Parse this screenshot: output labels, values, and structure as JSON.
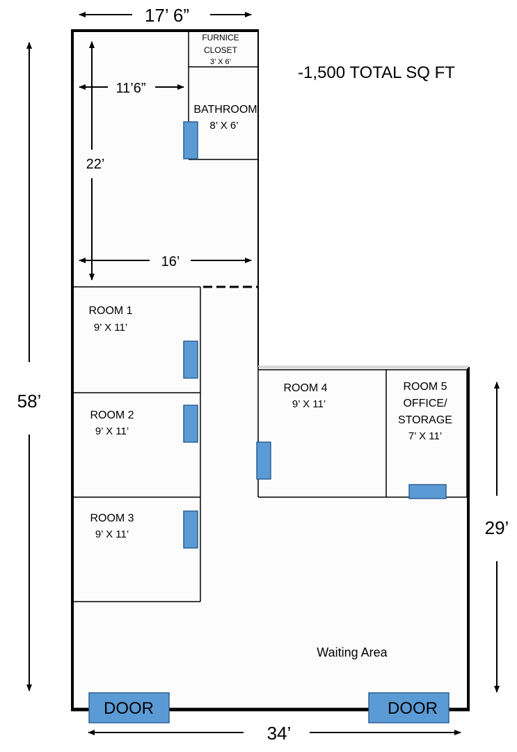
{
  "total_area": "-1,500 TOTAL SQ FT",
  "dimensions": {
    "top_width": "17’ 6”",
    "left_height": "58’",
    "bottom_width": "34’",
    "right_height": "29’",
    "back_width": "11’6”",
    "back_depth": "22’",
    "back_span": "16’"
  },
  "rooms": {
    "furnace": {
      "name": "FURNICE",
      "name2": "CLOSET",
      "size": "3’ X 6’"
    },
    "bathroom": {
      "name": "BATHROOM",
      "size": "8’ X 6’"
    },
    "room1": {
      "name": "ROOM 1",
      "size": "9’ X 11’"
    },
    "room2": {
      "name": "ROOM 2",
      "size": "9’ X 11’"
    },
    "room3": {
      "name": "ROOM 3",
      "size": "9’ X 11’"
    },
    "room4": {
      "name": "ROOM 4",
      "size": "9’ X 11’"
    },
    "room5": {
      "name": "ROOM 5",
      "name2": "OFFICE/",
      "name3": "STORAGE",
      "size": "7’ X 11’"
    },
    "waiting": {
      "name": "Waiting Area"
    }
  },
  "doors": {
    "left": "DOOR",
    "right": "DOOR"
  },
  "colors": {
    "door": "#5b9bd5",
    "door_border": "#2e6096",
    "wall": "#000000",
    "floor": "#fcfcfc"
  }
}
